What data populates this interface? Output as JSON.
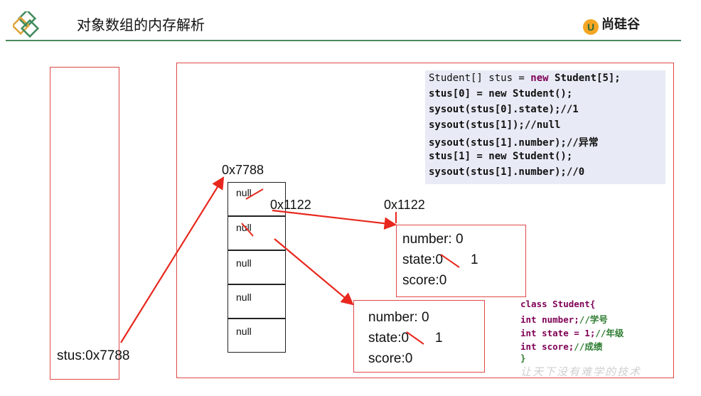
{
  "header": {
    "title": "对象数组的内存解析",
    "brand_name": "尚硅谷",
    "brand_mark": "U",
    "accent_color": "#4a8a5e",
    "logo_icon": "diamond-logo-icon"
  },
  "stack": {
    "variable_label": "stus:0x7788"
  },
  "array": {
    "address": "0x7788",
    "cells": [
      "null",
      "null",
      "null",
      "null",
      "null"
    ]
  },
  "pointer_labels": {
    "cell0_ref": "0x1122",
    "object_a_address": "0x1122"
  },
  "object_a": {
    "number": "number: 0",
    "state_old": "state:0",
    "state_new": "1",
    "score": "score:0"
  },
  "object_b": {
    "number": "number: 0",
    "state_old": "state:0",
    "state_new": "1",
    "score": "score:0"
  },
  "code": {
    "line1_decl": "Student[] stus = ",
    "line1_kw": "new",
    "line1_rest": " Student[5];",
    "line2": "stus[0] = new Student();",
    "line3": "sysout(stus[0].state);//1",
    "line4": "sysout(stus[1]);//null",
    "line5": "sysout(stus[1].number);//异常",
    "line6": "stus[1] = new Student();",
    "line7": "sysout(stus[1].number);//0"
  },
  "class_def": {
    "line1": "class Student{",
    "line2_code": "int number;",
    "line2_comment": "//学号",
    "line3_code": "int state = 1;",
    "line3_comment": "//年级",
    "line4_code": "int score;",
    "line4_comment": "//成绩",
    "line5": "}"
  },
  "watermark": "让天下没有难学的技术",
  "colors": {
    "box_border": "#e04848",
    "arrow": "#e8281e",
    "code_bg": "#e8ebf5",
    "keyword": "#7f0055",
    "comment": "#2e7d32"
  }
}
